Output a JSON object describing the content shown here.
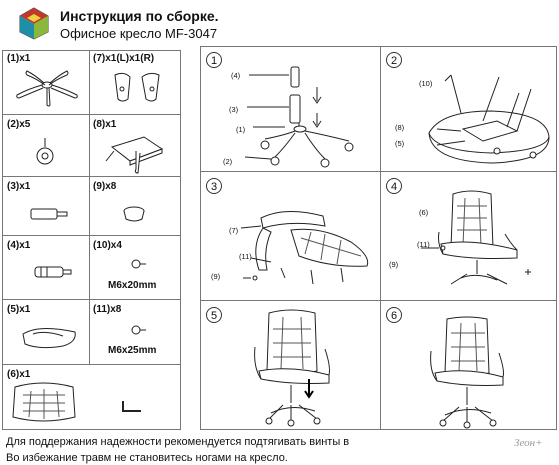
{
  "header": {
    "title": "Инструкция по сборке.",
    "subtitle": "Офисное кресло MF-3047"
  },
  "parts": [
    {
      "label": "(1)x1",
      "icon": "chair-base-icon"
    },
    {
      "label": "(7)x1(L)x1(R)",
      "icon": "armrest-brackets-icon"
    },
    {
      "label": "(2)x5",
      "icon": "caster-wheel-icon"
    },
    {
      "label": "(8)x1",
      "icon": "tilt-mechanism-icon"
    },
    {
      "label": "(3)x1",
      "icon": "gas-lift-icon"
    },
    {
      "label": "(9)x8",
      "icon": "cap-icon"
    },
    {
      "label": "(4)x1",
      "icon": "gas-lift-cover-icon"
    },
    {
      "label": "(10)x4",
      "icon": "bolt-icon",
      "spec": "M6x20mm"
    },
    {
      "label": "(5)x1",
      "icon": "seat-icon"
    },
    {
      "label": "(11)x8",
      "icon": "bolt-icon",
      "spec": "M6x25mm"
    },
    {
      "label": "(6)x1",
      "icon": "backrest-icon"
    }
  ],
  "steps": [
    {
      "number": "1",
      "callouts": [
        "(4)",
        "(3)",
        "(1)",
        "(2)"
      ]
    },
    {
      "number": "2",
      "callouts": [
        "(10)",
        "(8)",
        "(5)"
      ]
    },
    {
      "number": "3",
      "callouts": [
        "(7)",
        "(11)",
        "(9)"
      ]
    },
    {
      "number": "4",
      "callouts": [
        "(6)",
        "(11)",
        "(9)"
      ]
    },
    {
      "number": "5",
      "callouts": []
    },
    {
      "number": "6",
      "callouts": []
    }
  ],
  "footer": {
    "note1": "Для поддержания надежности рекомендуется подтягивать винты в",
    "note2": "Во избежание травм не становитесь ногами на кресло.",
    "brand": "Зеон+"
  }
}
